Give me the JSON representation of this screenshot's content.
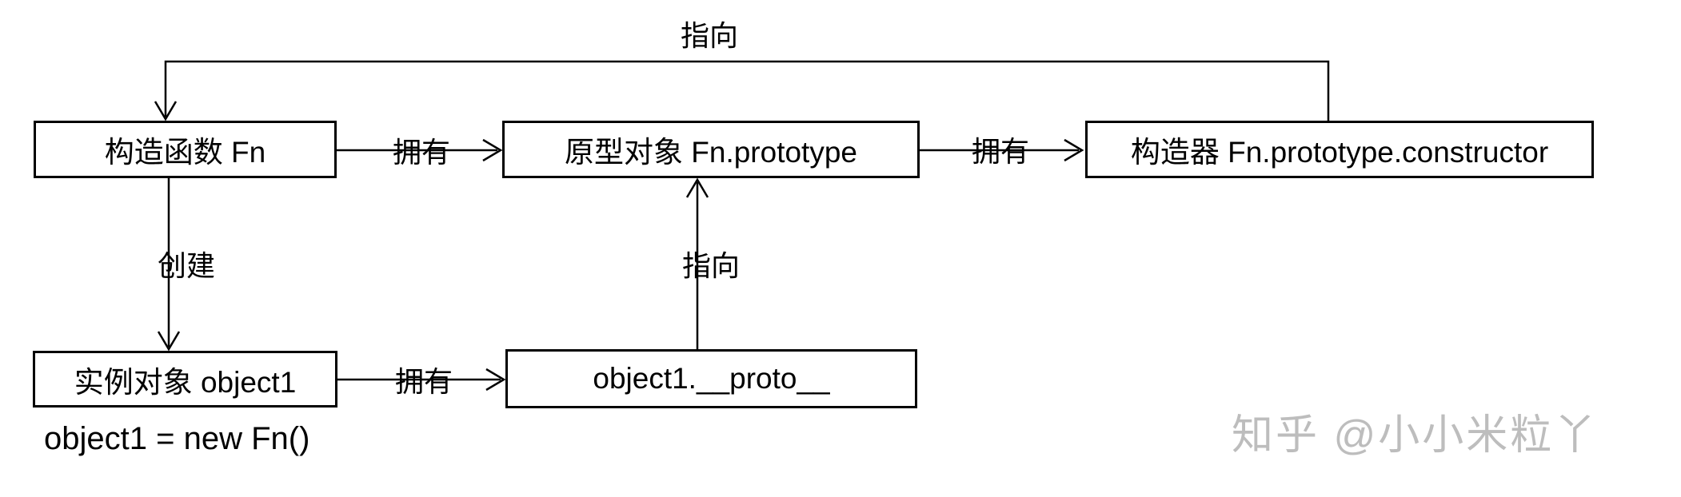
{
  "diagram": {
    "title_hint": "JavaScript prototype chain relationship diagram",
    "nodes": {
      "fn": {
        "label": "构造函数 Fn"
      },
      "prototype": {
        "label": "原型对象 Fn.prototype"
      },
      "constructor": {
        "label": "构造器 Fn.prototype.constructor"
      },
      "object1": {
        "label": "实例对象 object1"
      },
      "proto": {
        "label": "object1.__proto__"
      }
    },
    "edges": {
      "fn_owns_prototype": {
        "label": "拥有"
      },
      "prototype_owns_constructor": {
        "label": "拥有"
      },
      "object1_owns_proto": {
        "label": "拥有"
      },
      "fn_creates_object1": {
        "label": "创建"
      },
      "proto_points_to_prototype": {
        "label": "指向"
      },
      "constructor_points_to_fn": {
        "label": "指向"
      }
    },
    "caption": "object1 = new Fn()",
    "colors": {
      "stroke": "#000000",
      "background": "#ffffff",
      "watermark": "#bdbdbd"
    }
  },
  "watermark": {
    "text": "知乎 @小小米粒丫"
  }
}
